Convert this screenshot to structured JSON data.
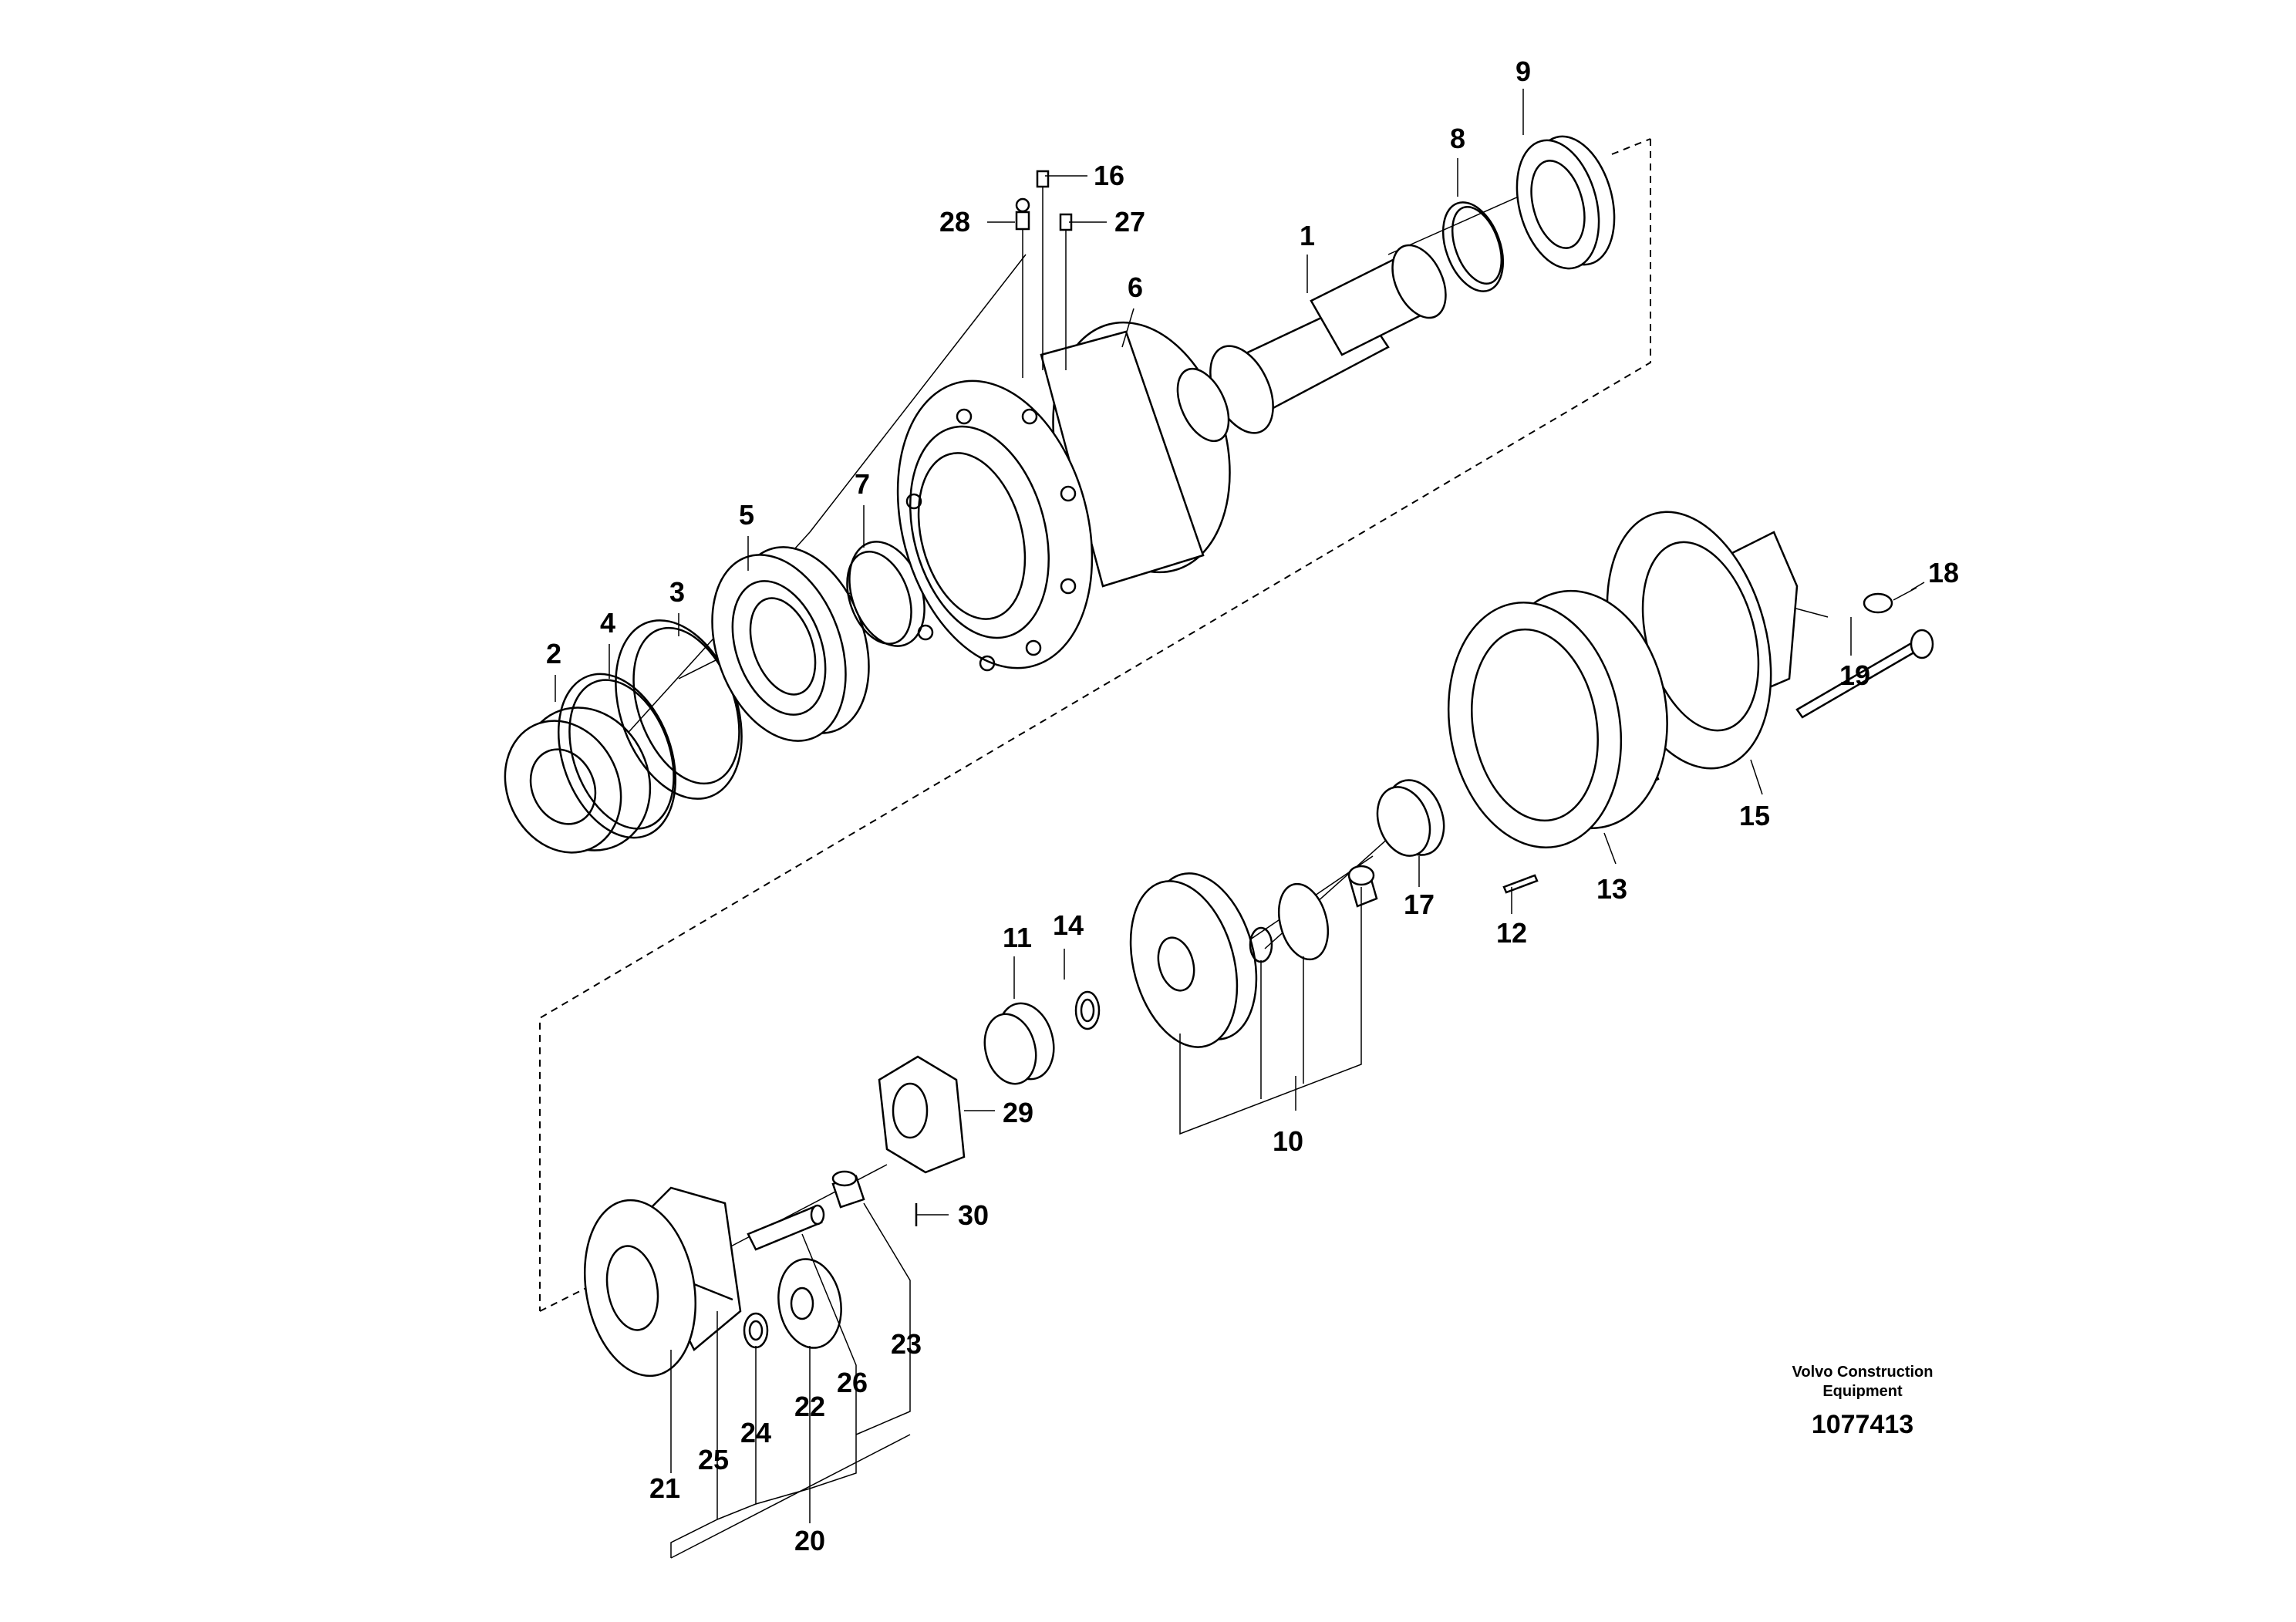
{
  "callouts": {
    "c1": "1",
    "c2": "2",
    "c3": "3",
    "c4": "4",
    "c5": "5",
    "c6": "6",
    "c7": "7",
    "c8": "8",
    "c9": "9",
    "c10": "10",
    "c11": "11",
    "c12": "12",
    "c13": "13",
    "c14": "14",
    "c15": "15",
    "c16": "16",
    "c17": "17",
    "c18": "18",
    "c19": "19",
    "c20": "20",
    "c21": "21",
    "c22": "22",
    "c23": "23",
    "c24": "24",
    "c25": "25",
    "c26": "26",
    "c27": "27",
    "c28": "28",
    "c29": "29",
    "c30": "30"
  },
  "footer": {
    "company_line1": "Volvo Construction",
    "company_line2": "Equipment",
    "drawing_number": "1077413"
  }
}
